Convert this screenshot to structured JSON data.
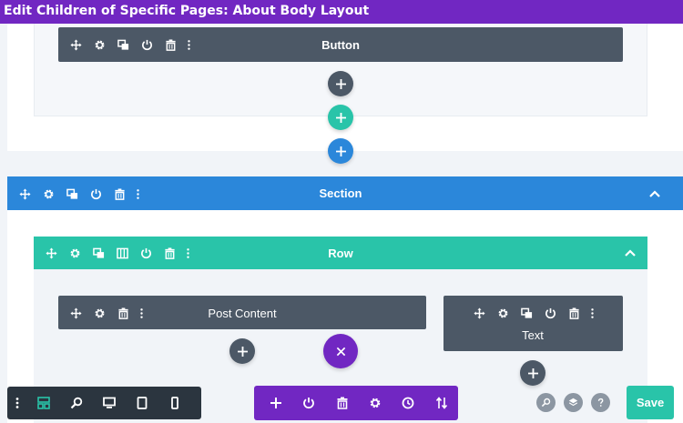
{
  "window": {
    "title": "Edit Children of Specific Pages: About Body Layout"
  },
  "modules": {
    "button": {
      "label": "Button"
    },
    "post_content": {
      "label": "Post Content"
    },
    "text": {
      "label": "Text"
    }
  },
  "section": {
    "label": "Section"
  },
  "row": {
    "label": "Row"
  },
  "footer": {
    "save_label": "Save"
  },
  "colors": {
    "titlebar": "#7127c2",
    "section": "#2b87da",
    "row": "#29c4a9",
    "module": "#4c5866",
    "toolbar_dark": "#2b353f",
    "toolbar_purple": "#7127c2",
    "add_dark": "#4c5866",
    "add_green": "#29c4a9",
    "add_blue": "#2b87da",
    "close_purple": "#7127c2"
  },
  "icons": [
    "move-icon",
    "gear-icon",
    "duplicate-icon",
    "power-icon",
    "trash-icon",
    "more-icon",
    "columns-icon",
    "plus-icon",
    "close-icon",
    "chevron-up-icon",
    "wireframe-icon",
    "zoom-icon",
    "desktop-icon",
    "tablet-icon",
    "phone-icon",
    "history-icon",
    "portability-icon",
    "layers-icon",
    "help-icon"
  ]
}
